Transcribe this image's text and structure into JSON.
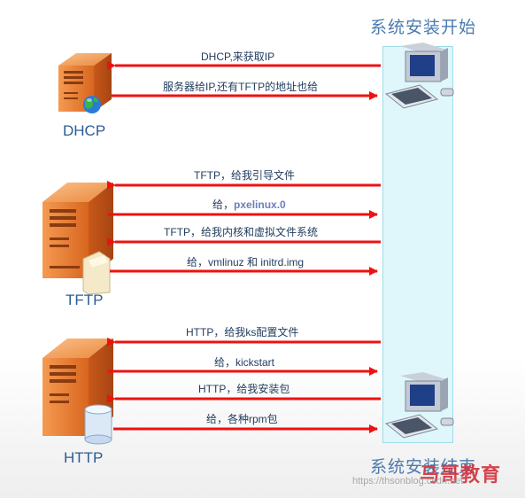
{
  "title_start": "系统安装开始",
  "title_end": "系统安装结束",
  "servers": {
    "dhcp": "DHCP",
    "tftp": "TFTP",
    "http": "HTTP"
  },
  "messages": {
    "m1": "DHCP,来获取IP",
    "m2": "服务器给IP,还有TFTP的地址也给",
    "m3": "TFTP，给我引导文件",
    "m4_prefix": "给，",
    "m4_file": "pxelinux.0",
    "m5": "TFTP，给我内核和虚拟文件系统",
    "m6": "给，vmlinuz 和 initrd.img",
    "m7": "HTTP，给我ks配置文件",
    "m8": "给，kickstart",
    "m9": "HTTP，给我安装包",
    "m10": "给，各种rpm包"
  },
  "watermark": "https://thsonblog.csdn.net",
  "brand": "马哥教育",
  "colors": {
    "arrow": "#ee1111",
    "server_orange": "#e8772e",
    "lane": "#dff7fb",
    "title": "#4a7ab0"
  }
}
